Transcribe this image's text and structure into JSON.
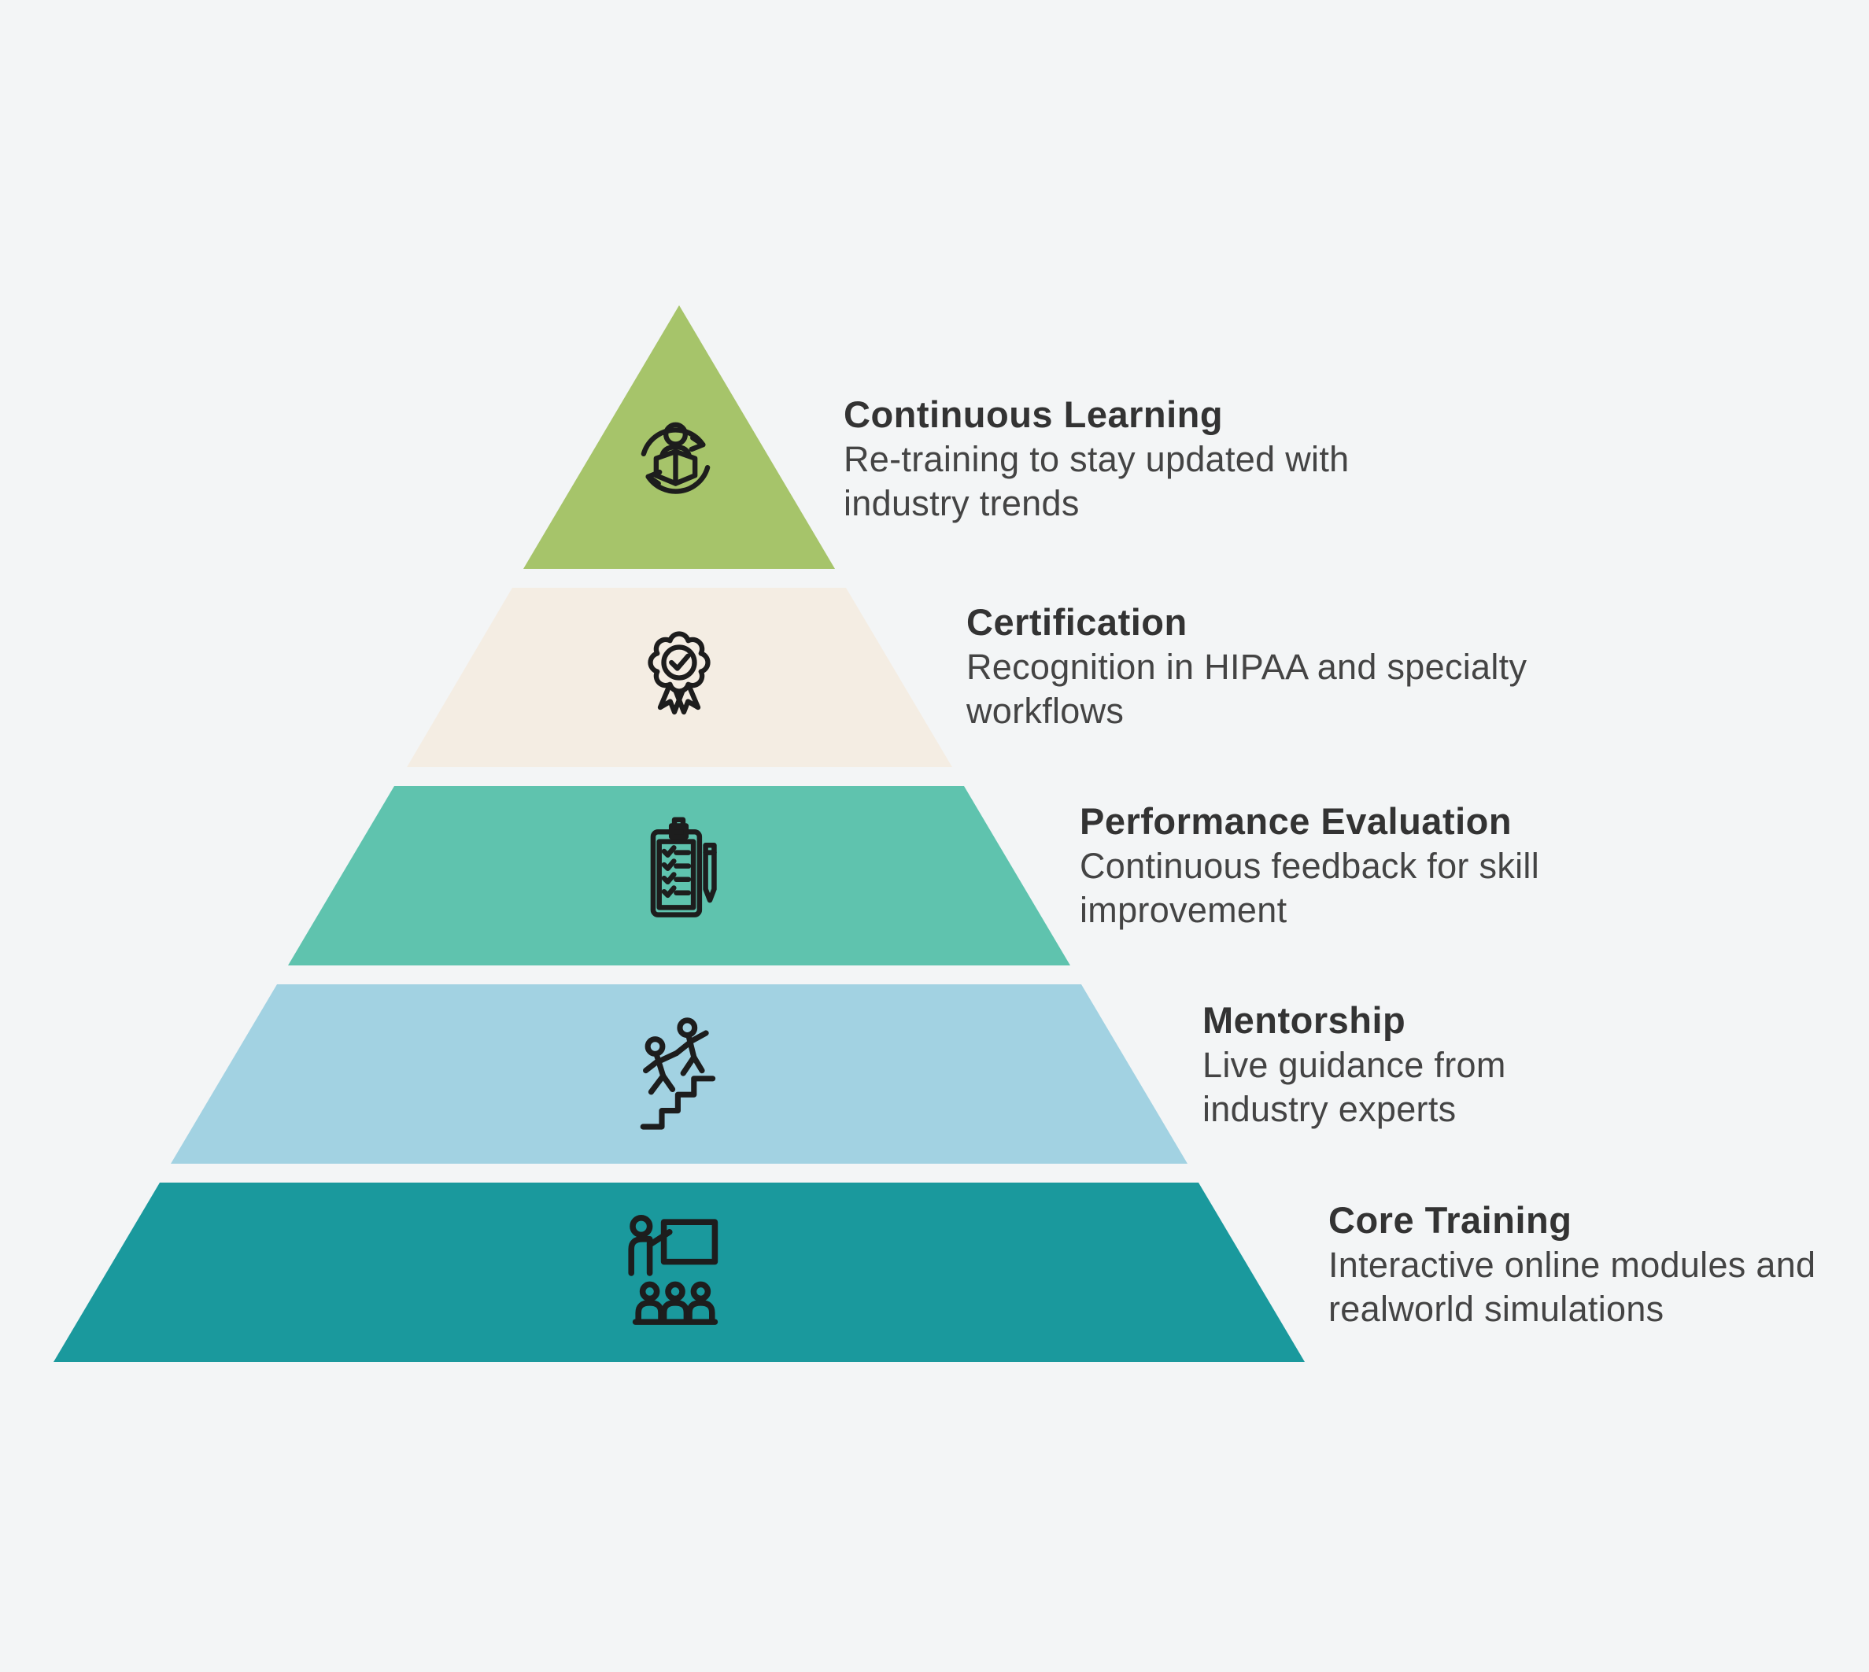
{
  "background_color": "#f3f5f6",
  "icon_stroke_color": "#1d1d1d",
  "title_color": "#333333",
  "description_color": "#444444",
  "levels": [
    {
      "id": "continuous-learning",
      "title": "Continuous Learning",
      "description_line1": "Re-training to stay updated with",
      "description_line2": "industry trends",
      "color": "#a6c46a",
      "icon": "continuous-learning-cycle-icon"
    },
    {
      "id": "certification",
      "title": "Certification",
      "description_line1": "Recognition in HIPAA and specialty",
      "description_line2": "workflows",
      "color": "#f4ede3",
      "icon": "certification-ribbon-icon"
    },
    {
      "id": "performance-evaluation",
      "title": "Performance Evaluation",
      "description_line1": "Continuous feedback for skill",
      "description_line2": "improvement",
      "color": "#5fc3ae",
      "icon": "checklist-clipboard-icon"
    },
    {
      "id": "mentorship",
      "title": "Mentorship",
      "description_line1": "Live guidance from",
      "description_line2": "industry experts",
      "color": "#a2d2e2",
      "icon": "mentorship-stairs-icon"
    },
    {
      "id": "core-training",
      "title": "Core Training",
      "description_line1": "Interactive online modules and",
      "description_line2": "realworld simulations",
      "color": "#1a999d",
      "icon": "training-presentation-icon"
    }
  ]
}
